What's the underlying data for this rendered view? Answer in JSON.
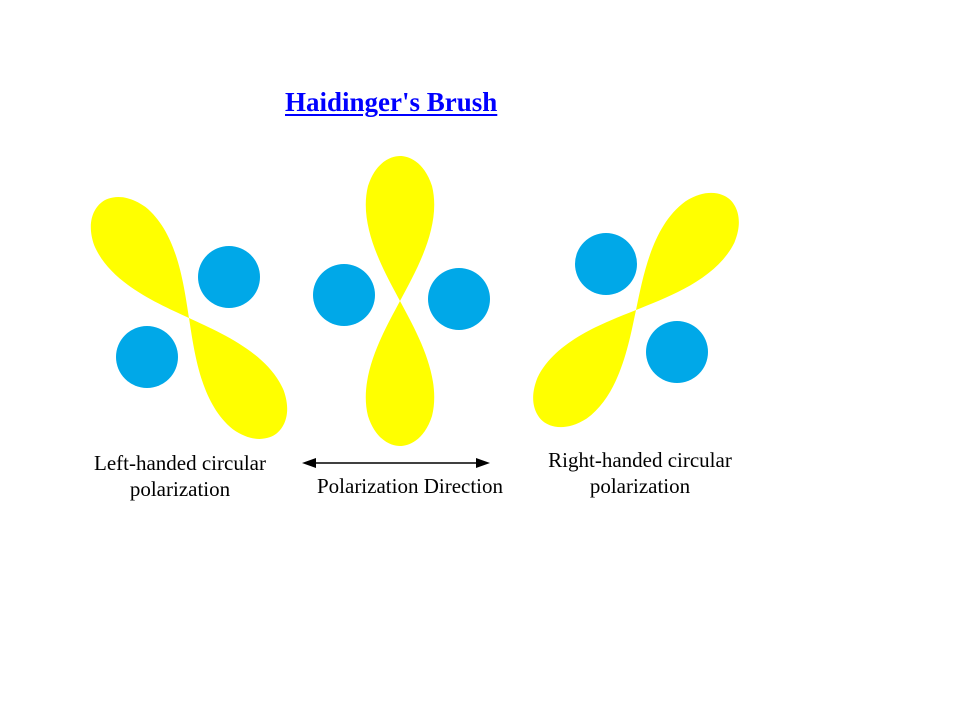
{
  "title": "Haidinger's Brush",
  "labels": {
    "left_line1": "Left-handed circular",
    "left_line2": "polarization",
    "right_line1": "Right-handed circular",
    "right_line2": "polarization",
    "center": "Polarization Direction"
  },
  "colors": {
    "brush_yellow": "#ffff00",
    "spot_blue": "#00a8e8",
    "arrow_black": "#000000",
    "title_blue": "#0000ff"
  },
  "figures": [
    {
      "name": "left-handed-brush",
      "brush_angle_deg": 35
    },
    {
      "name": "polarization-direction-brush",
      "brush_angle_deg": 0
    },
    {
      "name": "right-handed-brush",
      "brush_angle_deg": -35
    }
  ]
}
